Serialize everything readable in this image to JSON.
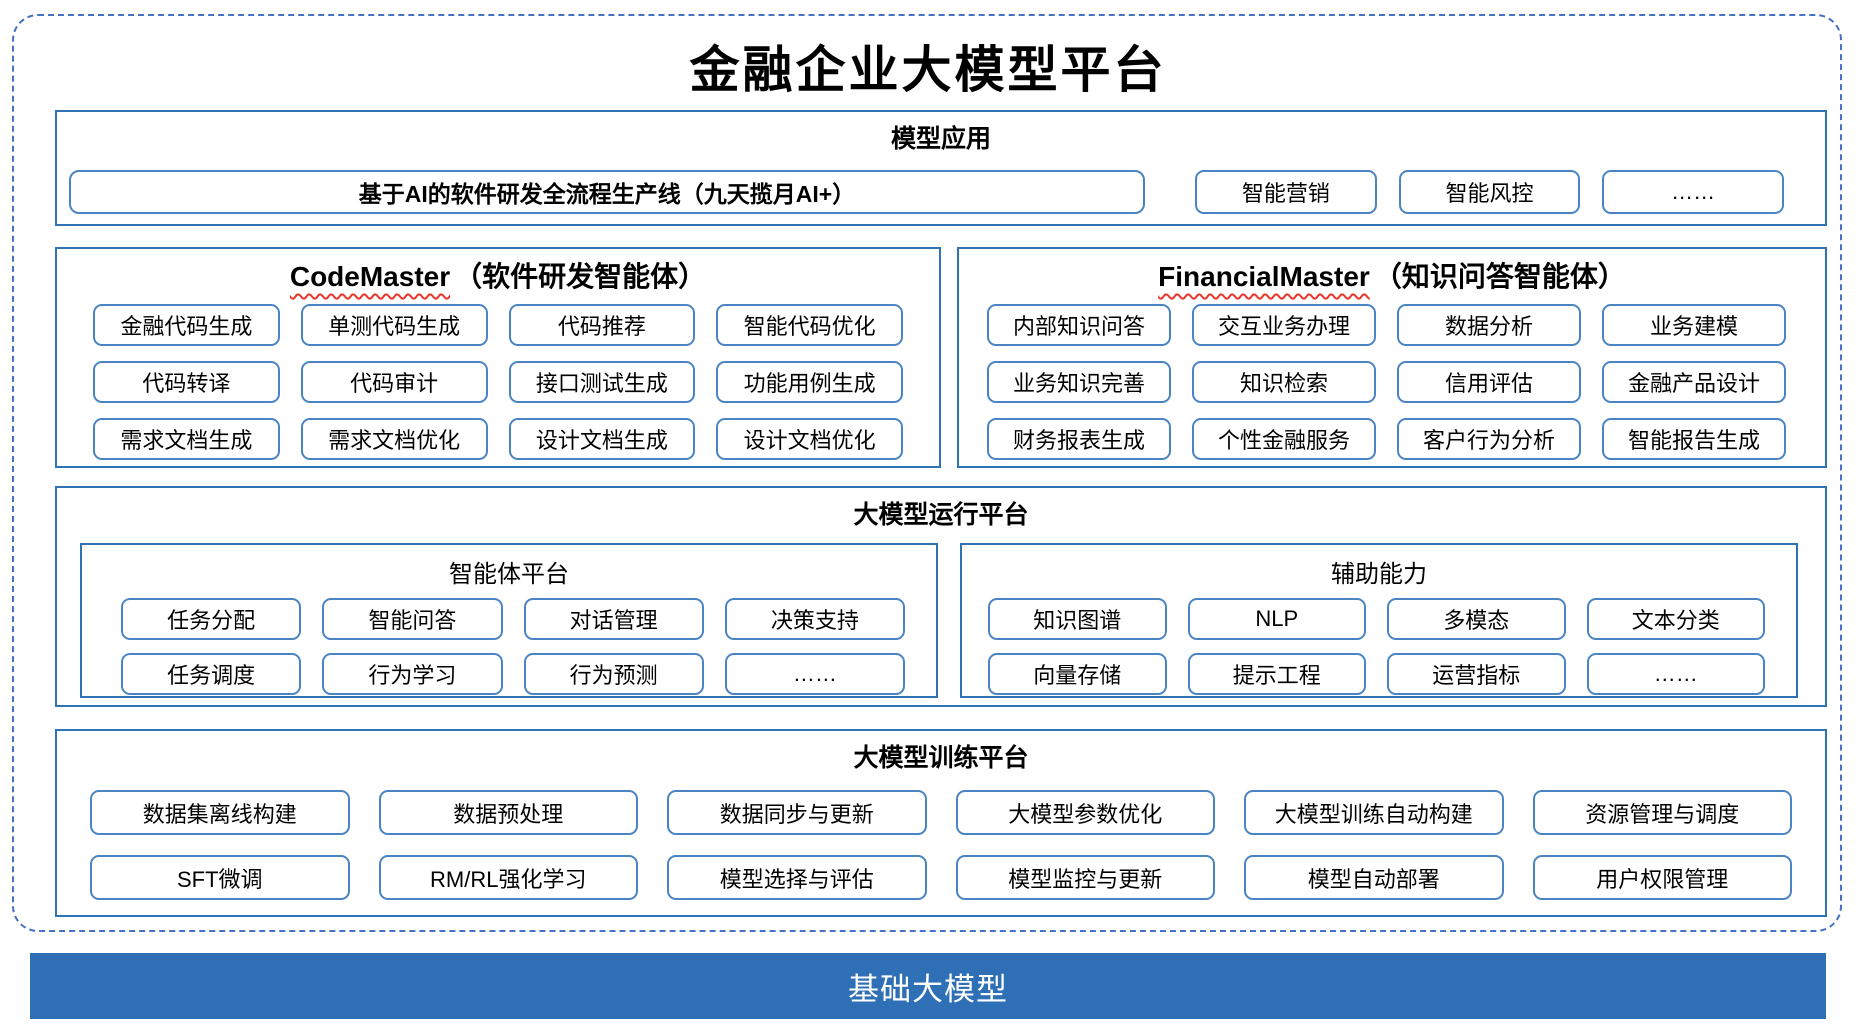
{
  "page": {
    "title": "金融企业大模型平台",
    "foundation_bar": "基础大模型"
  },
  "colors": {
    "section_border": "#2e74b5",
    "item_border": "#4a84c4",
    "dashed_frame": "#4472c4",
    "foundation_bar_bg": "#2e6fb5",
    "spellcheck_squiggle": "#e8372c",
    "text": "#000000"
  },
  "sections": {
    "apps": {
      "title": "模型应用",
      "pipeline": "基于AI的软件研发全流程生产线（九天揽月AI+）",
      "items": [
        "智能营销",
        "智能风控",
        "……"
      ]
    },
    "codemaster": {
      "title_en": "CodeMaster",
      "title_zh": "（软件研发智能体）",
      "items": [
        "金融代码生成",
        "单测代码生成",
        "代码推荐",
        "智能代码优化",
        "代码转译",
        "代码审计",
        "接口测试生成",
        "功能用例生成",
        "需求文档生成",
        "需求文档优化",
        "设计文档生成",
        "设计文档优化"
      ]
    },
    "financialmaster": {
      "title_en": "FinancialMaster",
      "title_zh": "（知识问答智能体）",
      "items": [
        "内部知识问答",
        "交互业务办理",
        "数据分析",
        "业务建模",
        "业务知识完善",
        "知识检索",
        "信用评估",
        "金融产品设计",
        "财务报表生成",
        "个性金融服务",
        "客户行为分析",
        "智能报告生成"
      ]
    },
    "runtime": {
      "title": "大模型运行平台",
      "agent_platform": {
        "title": "智能体平台",
        "items": [
          "任务分配",
          "智能问答",
          "对话管理",
          "决策支持",
          "任务调度",
          "行为学习",
          "行为预测",
          "……"
        ]
      },
      "aux": {
        "title": "辅助能力",
        "items": [
          "知识图谱",
          "NLP",
          "多模态",
          "文本分类",
          "向量存储",
          "提示工程",
          "运营指标",
          "……"
        ]
      }
    },
    "training": {
      "title": "大模型训练平台",
      "items": [
        "数据集离线构建",
        "数据预处理",
        "数据同步与更新",
        "大模型参数优化",
        "大模型训练自动构建",
        "资源管理与调度",
        "SFT微调",
        "RM/RL强化学习",
        "模型选择与评估",
        "模型监控与更新",
        "模型自动部署",
        "用户权限管理"
      ]
    }
  }
}
